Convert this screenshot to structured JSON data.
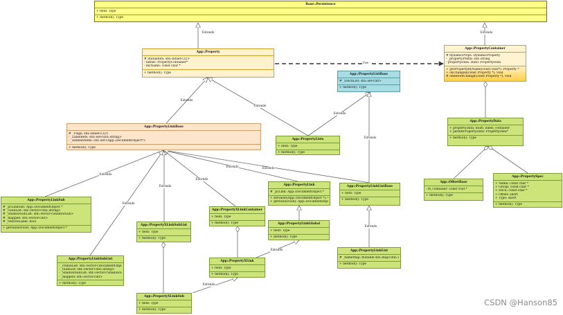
{
  "classes": {
    "base_persistence": {
      "name": "Base::Persistence",
      "attrs": [
        "+ field: Type"
      ],
      "methods": [
        "+ method(): Type"
      ]
    },
    "app_property": {
      "name": "App::Property",
      "attrs": [
        "# StatusBits: std::bitset<32>",
        "- father: PropertyContainer*",
        "- myName: const char *"
      ],
      "methods": [
        "+ method(): Type"
      ]
    },
    "app_property_container": {
      "name": "App::PropertyContainer",
      "attrs": [
        "# dynamicProps: DynamicProperty",
        "- _propertyPrefix: std::string",
        "- propertyData: static PropertyData"
      ],
      "methods": [
        "+ getPropertyByName(const char*): Property *",
        "+ onChanged(const Property *): void",
        "# onBeforeChange(const Property *): void"
      ]
    },
    "app_property_list_base": {
      "name": "App::PropertyListBase",
      "attrs": [
        "# _touchList: std::set<int>"
      ],
      "methods": [
        "+ method(): Type"
      ]
    },
    "app_property_link_base": {
      "name": "App::PropertyLinkBase",
      "attrs": [
        "# _Flags: std::bitset<32>",
        "- _LabelRefs: std::set<std::string>",
        "- _ElementRefs: std::set<App::DocumentObject*>"
      ],
      "methods": [
        "+ method(): Type"
      ]
    },
    "app_property_lists": {
      "name": "App::PropertyLists",
      "attrs": [
        "+ field: Type"
      ],
      "methods": [
        "+ method(): Type"
      ]
    },
    "app_property_data": {
      "name": "App::PropertyData",
      "attrs": [
        "+ propertyData: multi_index_container",
        "+ parentPropertyData: PropertyData*"
      ],
      "methods": [
        "+ method(): Type"
      ]
    },
    "app_offset_base": {
      "name": "App::OffsetBase",
      "attrs": [
        "- m_container: const void *"
      ],
      "methods": [
        "+ method(): Type"
      ]
    },
    "app_property_spec": {
      "name": "App::PropertySpec",
      "attrs": [
        "+ Name: const char *",
        "+ Group: const char *",
        "+ Docu: const char *",
        "+ Offset: short",
        "+ Type: short"
      ],
      "methods": [
        "+ method(): Type"
      ]
    },
    "app_property_link_sub": {
      "name": "App::PropertyLinkSub",
      "attrs": [
        "# _pcLinkSub: App::DocumentObject *",
        "# _cSubList: std::vector<std::string>",
        "# _ShadowSubList: std::vector<ShadowSub>",
        "# _mapped: std::vector<int>",
        "# _restoreLabel: bool"
      ],
      "methods": [
        "+ getValue(void): App::DocumentObject *"
      ]
    },
    "app_property_link": {
      "name": "App::PropertyLink",
      "attrs": [
        "# _pcLink: App::DocumentObject *"
      ],
      "methods": [
        "+ setValue(App::DocumentObject *): void",
        "+ getValue(void): App::DocumentObject *"
      ]
    },
    "app_property_link_list_base": {
      "name": "App::PropertyLinkListBase",
      "attrs": [
        "+ field: Type"
      ],
      "methods": [
        "+ method(): Type"
      ]
    },
    "app_property_x_link_container": {
      "name": "App::PropertyXLinkContainer",
      "attrs": [
        "+ field: Type"
      ],
      "methods": [
        "+ method(): Type"
      ]
    },
    "app_property_x_link_sub_list": {
      "name": "App::PropertyXLinkSubList",
      "attrs": [
        "+ field: Type"
      ],
      "methods": [
        "+ method(): Type"
      ]
    },
    "app_property_link_global": {
      "name": "App::PropertyLinkGlobal",
      "attrs": [
        "+ field: Type"
      ],
      "methods": [
        "+ method(): Type"
      ]
    },
    "app_property_link_list": {
      "name": "App::PropertyLinkList",
      "attrs": [
        "# _nameMap: mutable std::map<std::string, int>"
      ],
      "methods": [
        "+ method(): Type"
      ]
    },
    "app_property_link_sub_list": {
      "name": "App::PropertyLinkSubList",
      "attrs": [
        "- _lValueList: std::vector<DocumentObject*>",
        "- _lSubList: std::vector<std::string>",
        "- _ShadowSubList: std::vector<ShadowSub>",
        "- _mapped: std::vector<int>"
      ],
      "methods": [
        "+ method(): Type"
      ]
    },
    "app_property_x_link": {
      "name": "App::PropertyXLink",
      "attrs": [
        "+ field: Type"
      ],
      "methods": [
        "+ method(): Type"
      ]
    },
    "app_property_x_link_sub": {
      "name": "App::PropertyXLinkSub",
      "attrs": [
        "+ field: Type"
      ],
      "methods": [
        "+ method(): Type"
      ]
    }
  },
  "relation_labels": {
    "extends": "Extends",
    "use": "Use"
  },
  "watermark": "CSDN @Hanson85"
}
